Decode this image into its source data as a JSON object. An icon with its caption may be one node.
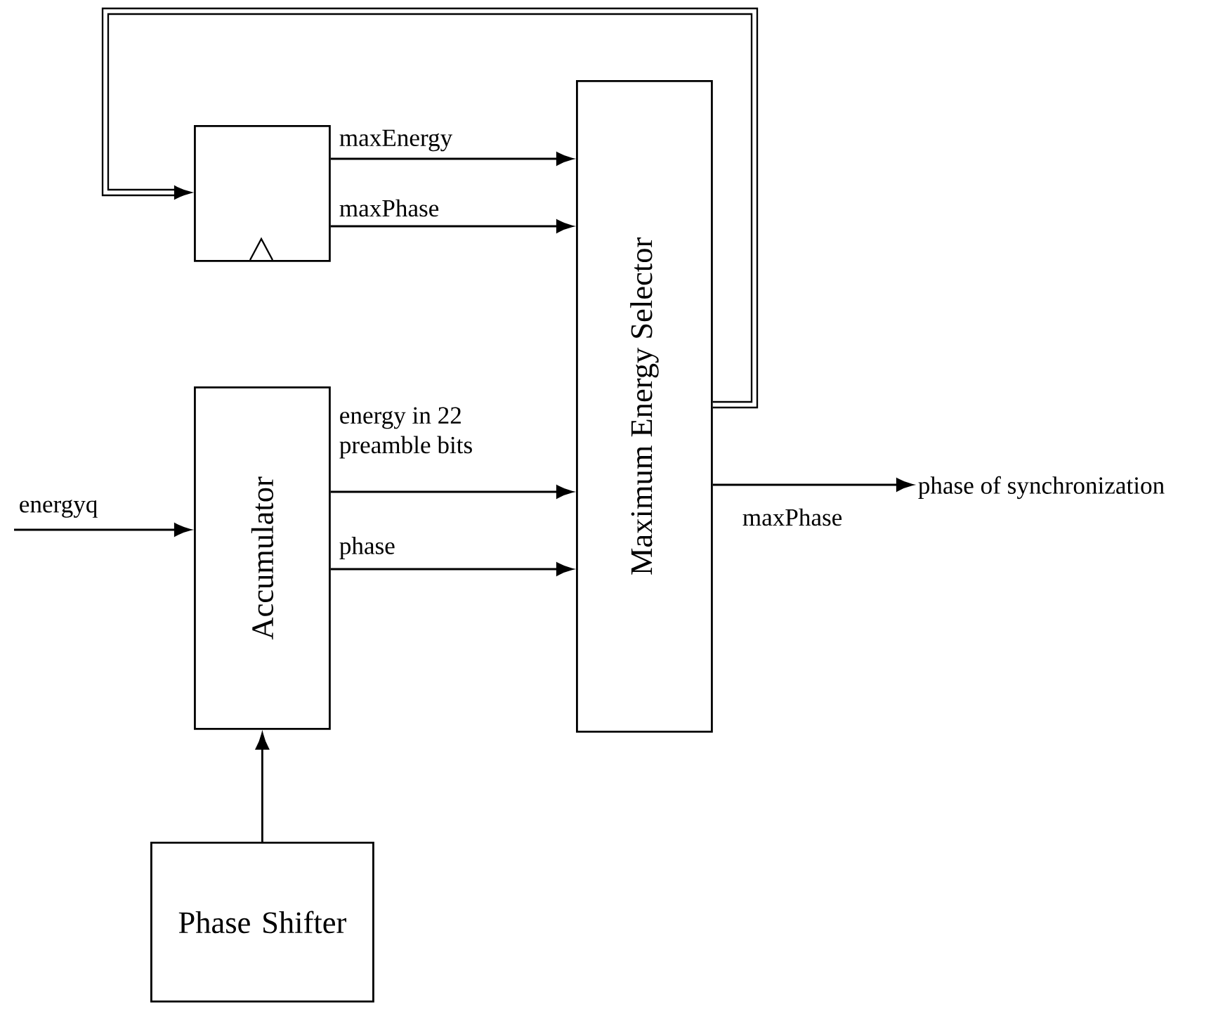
{
  "diagram": {
    "nodes": [
      {
        "text": [],
        "shape": "box"
      },
      {
        "text": [
          "Maximum Energy Selector"
        ]
      },
      {
        "text": [
          "Accumulator"
        ]
      },
      {
        "text": [
          "Phase Shifter"
        ]
      },
      {
        "text": [
          "phase of synchronization"
        ]
      }
    ],
    "edges": [
      {
        "from": 0,
        "to": 1,
        "arrow": "to",
        "label": "maxEnergy"
      },
      {
        "from": 0,
        "to": 1,
        "arrow": "to",
        "label": "maxPhase"
      },
      {
        "from": 1,
        "to": 0,
        "arrow": "to",
        "style": "thick"
      },
      {
        "from": 2,
        "to": 1,
        "arrow": "to",
        "label": "energy in 22 preamble bits"
      },
      {
        "from": 2,
        "to": 1,
        "arrow": "to",
        "label": "phase"
      },
      {
        "from": null,
        "to": 2,
        "arrow": "to",
        "label": "energyq"
      },
      {
        "from": 3,
        "to": 2,
        "arrow": "to"
      },
      {
        "from": 1,
        "to": 4,
        "arrow": "to",
        "label": "maxPhase"
      }
    ]
  }
}
